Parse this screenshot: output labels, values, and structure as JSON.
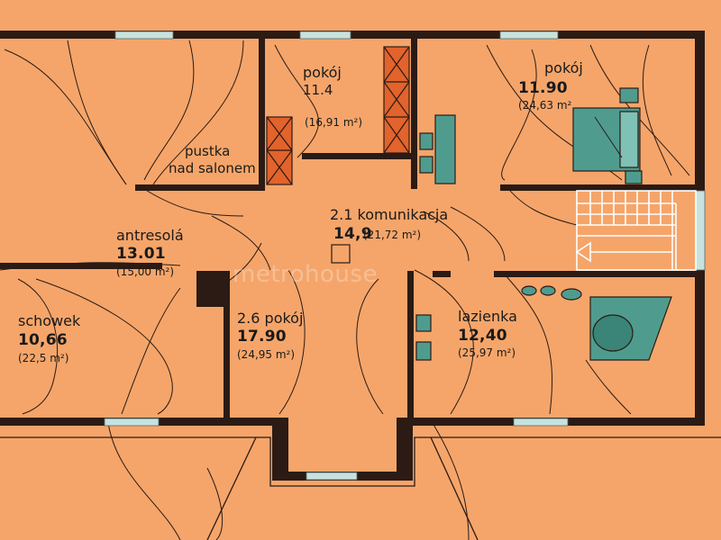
{
  "rooms": {
    "pokoj_a": {
      "name": "pokój",
      "number": "11.4",
      "area": "(16,91 m²)"
    },
    "pokoj_b": {
      "name": "pokój",
      "number": "11.90",
      "area": "(24,63 m²"
    },
    "pustka": {
      "line1": "pustka",
      "line2": "nad salonem"
    },
    "komunikacja": {
      "name": "2.1 komunikacja",
      "number": "14,9",
      "area": "(21,72 m²)"
    },
    "antresola": {
      "name": "antresolá",
      "number": "13.01",
      "area": "(15,00 m²)"
    },
    "schowek": {
      "name": "schowek",
      "number": "10,66",
      "area": "(22,5 m²)"
    },
    "pokoj_c": {
      "name": "2.6 pokój",
      "number": "17.90",
      "area": "(24,95 m²)"
    },
    "lazienka": {
      "name": "lazienka",
      "number": "12,40",
      "area": "(25,97 m²)"
    }
  },
  "watermark": "metrohouse",
  "colors": {
    "background": "#f5a56a",
    "wall": "#2b1b14",
    "window": "#c7e3e0",
    "furniture": "#4f9c8f",
    "cabinet": "#e2632b",
    "stairs": "#ffffff"
  }
}
